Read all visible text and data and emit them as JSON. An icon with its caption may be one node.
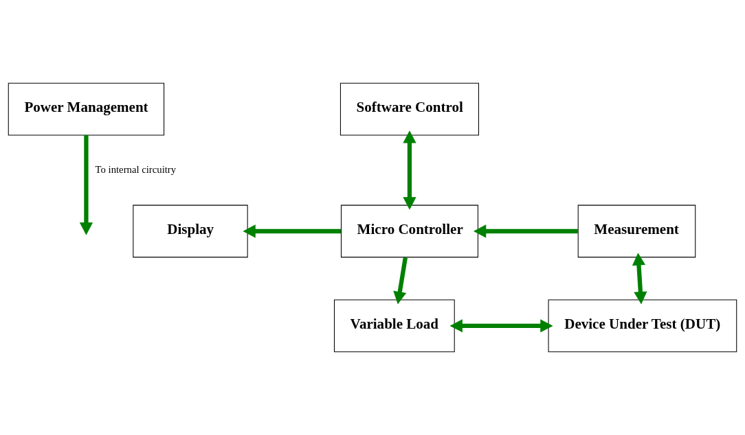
{
  "diagram": {
    "nodes": [
      {
        "text": [
          "Power Management"
        ]
      },
      {
        "text": [
          "Software Control"
        ]
      },
      {
        "text": [
          "Display"
        ]
      },
      {
        "text": [
          "Micro Controller"
        ]
      },
      {
        "text": [
          "Measurement"
        ]
      },
      {
        "text": [
          "Variable Load"
        ]
      },
      {
        "text": [
          "Device Under Test (DUT)"
        ]
      }
    ],
    "edges": [
      {
        "from": 0,
        "to": null,
        "arrow": "to",
        "label": "To internal circuitry"
      },
      {
        "from": 1,
        "to": 3,
        "arrow": "both"
      },
      {
        "from": 3,
        "to": 2,
        "arrow": "to"
      },
      {
        "from": 4,
        "to": 3,
        "arrow": "to"
      },
      {
        "from": 3,
        "to": 5,
        "arrow": "to"
      },
      {
        "from": 4,
        "to": 6,
        "arrow": "both"
      },
      {
        "from": 5,
        "to": 6,
        "arrow": "both"
      }
    ]
  }
}
